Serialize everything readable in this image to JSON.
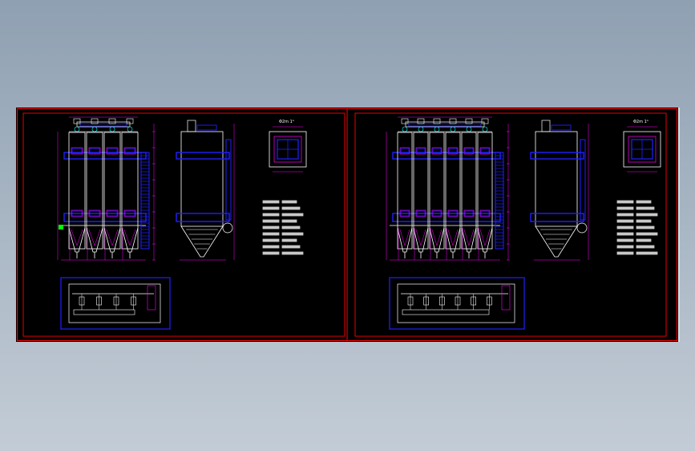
{
  "viewer": {
    "background_top": "#8fa0b2",
    "background_bottom": "#c3ccd6",
    "sheet_background": "#000000"
  },
  "colors": {
    "frame": "#ff0000",
    "white_line": "#ffffff",
    "blue": "#2020ff",
    "magenta": "#ff00ff",
    "cyan": "#00ffff",
    "yellow": "#ffff00",
    "green": "#00ff00",
    "grey_text": "#c8c8c8"
  },
  "icons": {
    "selection_grip": "green-square-grip"
  },
  "drawings": [
    {
      "id": "left",
      "plan_label": "Φ2m 1ᴬ",
      "compartments": 4,
      "spec_rows": 9
    },
    {
      "id": "right",
      "plan_label": "Φ2m 1ᴬ",
      "compartments": 6,
      "spec_rows": 9
    }
  ]
}
